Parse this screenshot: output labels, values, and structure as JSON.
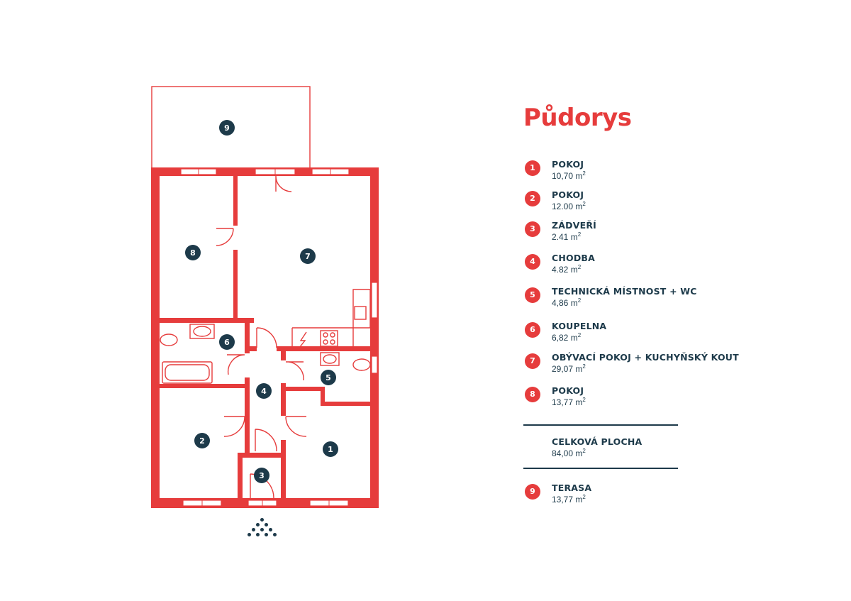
{
  "title": "Půdorys",
  "rooms": [
    {
      "number": "1",
      "name": "POKOJ",
      "area": "10,70 m",
      "unit_exp": "2"
    },
    {
      "number": "2",
      "name": "POKOJ",
      "area": "12.00 m",
      "unit_exp": "2"
    },
    {
      "number": "3",
      "name": "ZÁDVEŘÍ",
      "area": "2.41 m",
      "unit_exp": "2"
    },
    {
      "number": "4",
      "name": "CHODBA",
      "area": "4.82 m",
      "unit_exp": "2"
    },
    {
      "number": "5",
      "name": "TECHNICKÁ MÍSTNOST + WC",
      "area": "4,86 m",
      "unit_exp": "2"
    },
    {
      "number": "6",
      "name": "KOUPELNA",
      "area": "6,82 m",
      "unit_exp": "2"
    },
    {
      "number": "7",
      "name": "OBÝVACÍ POKOJ + KUCHYŇSKÝ KOUT",
      "area": "29,07 m",
      "unit_exp": "2"
    },
    {
      "number": "8",
      "name": "POKOJ",
      "area": "13,77 m",
      "unit_exp": "2"
    }
  ],
  "total": {
    "name": "CELKOVÁ PLOCHA",
    "area": "84,00 m",
    "unit_exp": "2"
  },
  "terrace": {
    "number": "9",
    "name": "TERASA",
    "area": "13,77 m",
    "unit_exp": "2"
  },
  "colors": {
    "accent": "#e63c3c",
    "dark": "#1d3a4a"
  },
  "icons": {
    "compass": "north-dots-icon"
  }
}
